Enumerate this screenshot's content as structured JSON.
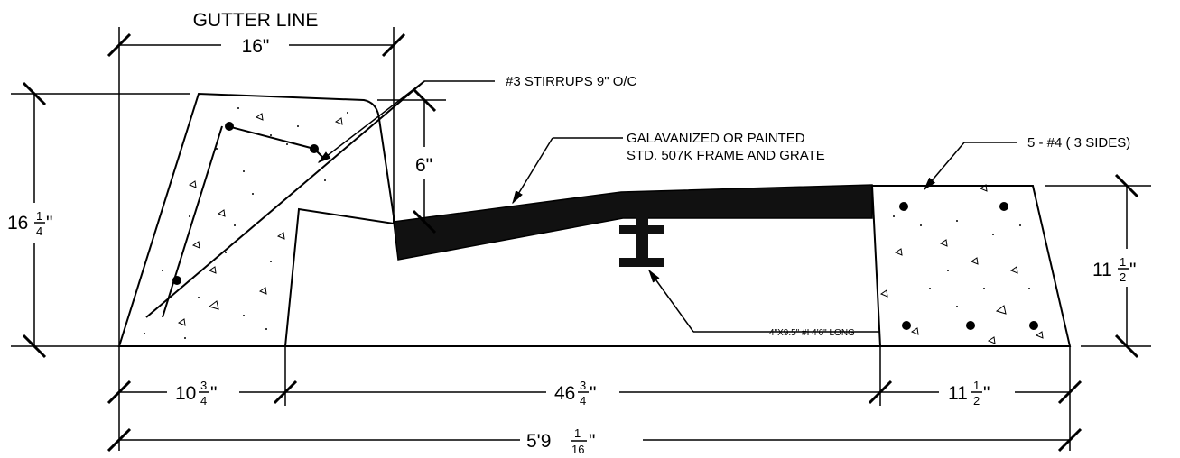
{
  "title_label": "GUTTER LINE",
  "dims": {
    "gutter_width": "16\"",
    "total_height_whole": "16",
    "total_height_num": "1",
    "total_height_den": "4",
    "depth": "6\"",
    "right_height_whole": "11",
    "right_height_num": "1",
    "right_height_den": "2",
    "bottom_left_whole": "10",
    "bottom_left_num": "3",
    "bottom_left_den": "4",
    "bottom_mid_whole": "46",
    "bottom_mid_num": "3",
    "bottom_mid_den": "4",
    "bottom_right_whole": "11",
    "bottom_right_num": "1",
    "bottom_right_den": "2",
    "overall_whole": "5'9",
    "overall_num": "1",
    "overall_den": "16",
    "inch_mark": "\""
  },
  "notes": {
    "stirrups": "#3 STIRRUPS 9\" O/C",
    "grate_line1": "GALAVANIZED OR PAINTED",
    "grate_line2": "STD. 507K FRAME AND GRATE",
    "rebar": "5 - #4  ( 3 SIDES)",
    "beam": "4\"X9.5\" #I 4'6\" LONG"
  }
}
